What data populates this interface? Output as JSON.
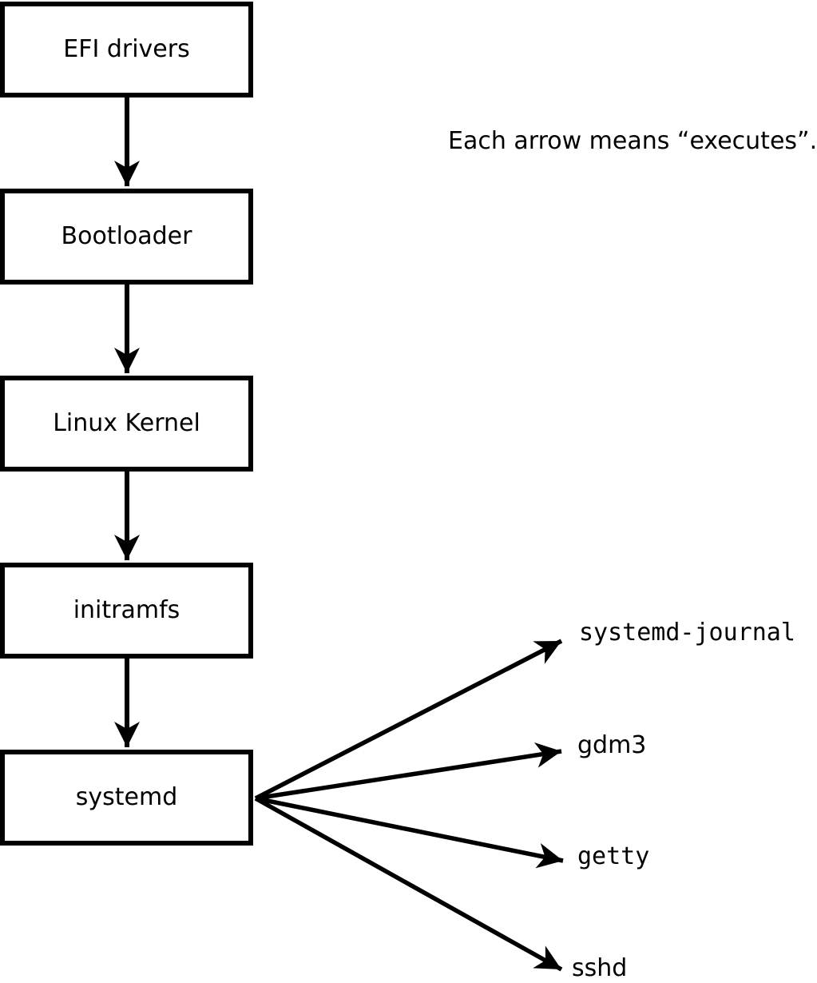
{
  "canvas": {
    "background": "#ffffff",
    "line_color": "#000000",
    "box_fill": "#ffffff"
  },
  "caption": "Each arrow means “executes”.",
  "chain_nodes": [
    {
      "id": "efi-drivers",
      "label": "EFI drivers"
    },
    {
      "id": "bootloader",
      "label": "Bootloader"
    },
    {
      "id": "linux-kernel",
      "label": "Linux Kernel"
    },
    {
      "id": "initramfs",
      "label": "initramfs"
    },
    {
      "id": "systemd",
      "label": "systemd"
    }
  ],
  "spawned_processes": [
    {
      "id": "systemd-journal",
      "label": "systemd-journal"
    },
    {
      "id": "gdm3",
      "label": "gdm3"
    },
    {
      "id": "getty",
      "label": "getty"
    },
    {
      "id": "sshd",
      "label": "sshd"
    }
  ],
  "edge_meaning": "executes",
  "edges": [
    {
      "from": "efi-drivers",
      "to": "bootloader"
    },
    {
      "from": "bootloader",
      "to": "linux-kernel"
    },
    {
      "from": "linux-kernel",
      "to": "initramfs"
    },
    {
      "from": "initramfs",
      "to": "systemd"
    },
    {
      "from": "systemd",
      "to": "systemd-journal"
    },
    {
      "from": "systemd",
      "to": "gdm3"
    },
    {
      "from": "systemd",
      "to": "getty"
    },
    {
      "from": "systemd",
      "to": "sshd"
    }
  ]
}
